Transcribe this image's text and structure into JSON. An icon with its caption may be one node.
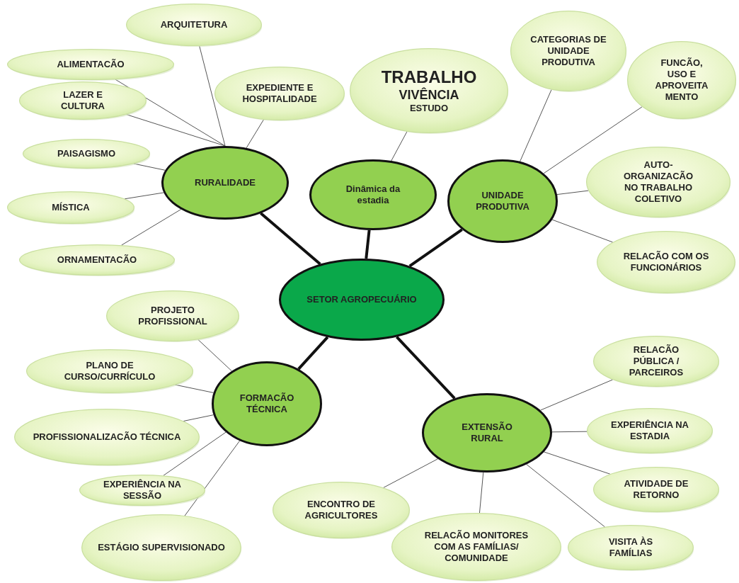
{
  "diagram": {
    "nodes": [
      {
        "text": [
          "SETOR AGROPECUÁRIO"
        ]
      },
      {
        "text": [
          "RURALIDADE"
        ]
      },
      {
        "text": [
          "Dinâmica da estadia"
        ]
      },
      {
        "text": [
          "UNIDADE PRODUTIVA"
        ]
      },
      {
        "text": [
          "FORMACÃO TÉCNICA"
        ]
      },
      {
        "text": [
          "EXTENSÃO RURAL"
        ]
      },
      {
        "text": [
          "ARQUITETURA"
        ]
      },
      {
        "text": [
          "ALIMENTACÃO"
        ]
      },
      {
        "text": [
          "LAZER E CULTURA"
        ]
      },
      {
        "text": [
          "EXPEDIENTE E HOSPITALIDADE"
        ]
      },
      {
        "text": [
          "PAISAGISMO"
        ]
      },
      {
        "text": [
          "MÍSTICA"
        ]
      },
      {
        "text": [
          "ORNAMENTACÃO"
        ]
      },
      {
        "text": [
          "TRABALHO",
          "VIVÊNCIA",
          "ESTUDO"
        ]
      },
      {
        "text": [
          "CATEGORIAS DE UNIDADE PRODUTIVA"
        ]
      },
      {
        "text": [
          "FUNCÃO, USO E APROVEITA MENTO"
        ]
      },
      {
        "text": [
          "AUTO- ORGANIZACÃO NO TRABALHO COLETIVO"
        ]
      },
      {
        "text": [
          "RELACÃO COM OS FUNCIONÁRIOS"
        ]
      },
      {
        "text": [
          "PROJETO PROFISSIONAL"
        ]
      },
      {
        "text": [
          "PLANO DE CURSO/CURRÍCULO"
        ]
      },
      {
        "text": [
          "PROFISSIONALIZACÃO TÉCNICA"
        ]
      },
      {
        "text": [
          "EXPERIÊNCIA NA SESSÃO"
        ]
      },
      {
        "text": [
          "ESTÁGIO SUPERVISIONADO"
        ]
      },
      {
        "text": [
          "RELACÃO PÚBLICA / PARCEIROS"
        ]
      },
      {
        "text": [
          "EXPERIÊNCIA NA ESTADIA"
        ]
      },
      {
        "text": [
          "ATIVIDADE DE RETORNO"
        ]
      },
      {
        "text": [
          "VISITA ÀS FAMÍLIAS"
        ]
      },
      {
        "text": [
          "RELACÃO MONITORES COM AS FAMÍLIAS/ COMUNIDADE"
        ]
      },
      {
        "text": [
          "ENCONTRO DE AGRICULTORES"
        ]
      }
    ],
    "edges": [
      {
        "from": 0,
        "to": 1,
        "arrow": "none",
        "style": "thick"
      },
      {
        "from": 0,
        "to": 2,
        "arrow": "none",
        "style": "thick"
      },
      {
        "from": 0,
        "to": 3,
        "arrow": "none",
        "style": "thick"
      },
      {
        "from": 0,
        "to": 4,
        "arrow": "none",
        "style": "thick"
      },
      {
        "from": 0,
        "to": 5,
        "arrow": "none",
        "style": "thick"
      },
      {
        "from": 1,
        "to": 6,
        "arrow": "none"
      },
      {
        "from": 1,
        "to": 7,
        "arrow": "none"
      },
      {
        "from": 1,
        "to": 8,
        "arrow": "none"
      },
      {
        "from": 1,
        "to": 9,
        "arrow": "none"
      },
      {
        "from": 1,
        "to": 10,
        "arrow": "none"
      },
      {
        "from": 1,
        "to": 11,
        "arrow": "none"
      },
      {
        "from": 1,
        "to": 12,
        "arrow": "none"
      },
      {
        "from": 2,
        "to": 13,
        "arrow": "none"
      },
      {
        "from": 3,
        "to": 14,
        "arrow": "none"
      },
      {
        "from": 3,
        "to": 15,
        "arrow": "none"
      },
      {
        "from": 3,
        "to": 16,
        "arrow": "none"
      },
      {
        "from": 3,
        "to": 17,
        "arrow": "none"
      },
      {
        "from": 4,
        "to": 18,
        "arrow": "none"
      },
      {
        "from": 4,
        "to": 19,
        "arrow": "none"
      },
      {
        "from": 4,
        "to": 20,
        "arrow": "none"
      },
      {
        "from": 4,
        "to": 21,
        "arrow": "none"
      },
      {
        "from": 4,
        "to": 22,
        "arrow": "none"
      },
      {
        "from": 5,
        "to": 23,
        "arrow": "none"
      },
      {
        "from": 5,
        "to": 24,
        "arrow": "none"
      },
      {
        "from": 5,
        "to": 25,
        "arrow": "none"
      },
      {
        "from": 5,
        "to": 26,
        "arrow": "none"
      },
      {
        "from": 5,
        "to": 27,
        "arrow": "none"
      },
      {
        "from": 5,
        "to": 28,
        "arrow": "none"
      }
    ]
  }
}
